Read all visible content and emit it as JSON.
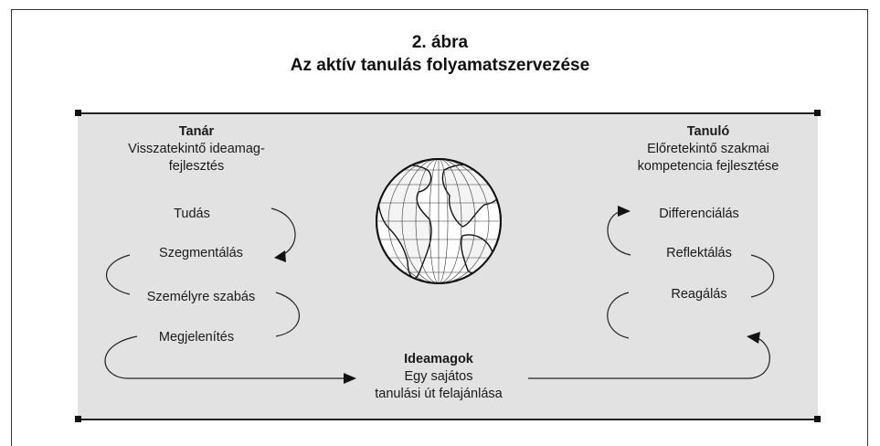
{
  "figure": {
    "number": "2. ábra",
    "title": "Az aktív tanulás folyamatszervezése"
  },
  "left": {
    "heading": "Tanár",
    "subtitle_line1": "Visszatekintő ideamag-",
    "subtitle_line2": "fejlesztés",
    "steps": [
      "Tudás",
      "Szegmentálás",
      "Személyre szabás",
      "Megjelenítés"
    ]
  },
  "right": {
    "heading": "Tanuló",
    "subtitle_line1": "Előretekintő szakmai",
    "subtitle_line2": "kompetencia fejlesztése",
    "steps": [
      "Differenciálás",
      "Reflektálás",
      "Reagálás"
    ]
  },
  "center": {
    "heading": "Ideamagok",
    "line1": "Egy sajátos",
    "line2": "tanulási út felajánlása",
    "globe_icon": "globe-icon"
  },
  "colors": {
    "panel_background": "#e2e2e2",
    "globe_ocean": "#ffffff",
    "globe_land": "#f5f5f5",
    "line": "#222222"
  }
}
